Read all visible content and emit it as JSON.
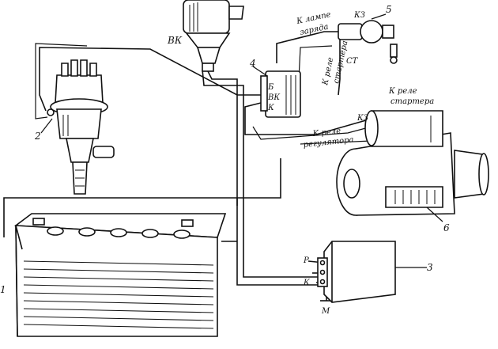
{
  "labels": {
    "vk": "ВК",
    "to_charge_lamp": "К лампе",
    "to_charge_lamp_2": "заряда",
    "kz_top": "КЗ",
    "num_5": "5",
    "to_relay_top": "К реле",
    "to_relay_top_2": "стартера",
    "st": "СТ",
    "num_4": "4",
    "term_b": "Б",
    "term_vk": "ВК",
    "term_k": "К",
    "to_starter_relay": "К реле",
    "to_starter_relay_2": "стартера",
    "kz_mid": "КЗ",
    "to_reg_relay": "К реле",
    "to_reg_relay_2": "регулятора",
    "num_2": "2",
    "num_6": "6",
    "num_1": "1",
    "num_3": "3",
    "term_r": "Р",
    "term_k2": "К",
    "term_m": "М"
  }
}
